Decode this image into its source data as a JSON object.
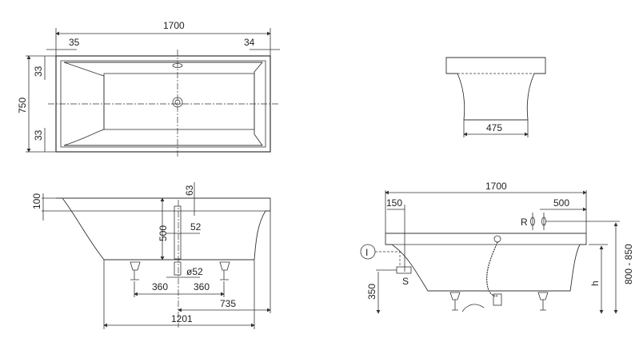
{
  "top_view": {
    "length": "1700",
    "left_offset": "35",
    "right_offset": "34",
    "width": "750",
    "top_rim": "33",
    "bottom_rim": "33"
  },
  "end_view": {
    "bottom_width": "475"
  },
  "side_view_left": {
    "rim_height": "100",
    "overflow_offset": "63",
    "depth": "500",
    "pipe": "52",
    "drain_diameter": "ø52",
    "leg_left": "360",
    "leg_right": "360",
    "drain_to_end": "735",
    "base_length": "1201"
  },
  "side_view_right": {
    "length": "1700",
    "offset_150": "150",
    "mixer_offset": "500",
    "mixer_label": "R",
    "circle_label": "I",
    "siphon_label": "S",
    "siphon_height": "350",
    "height_label": "h",
    "total_height": "800 - 850"
  }
}
